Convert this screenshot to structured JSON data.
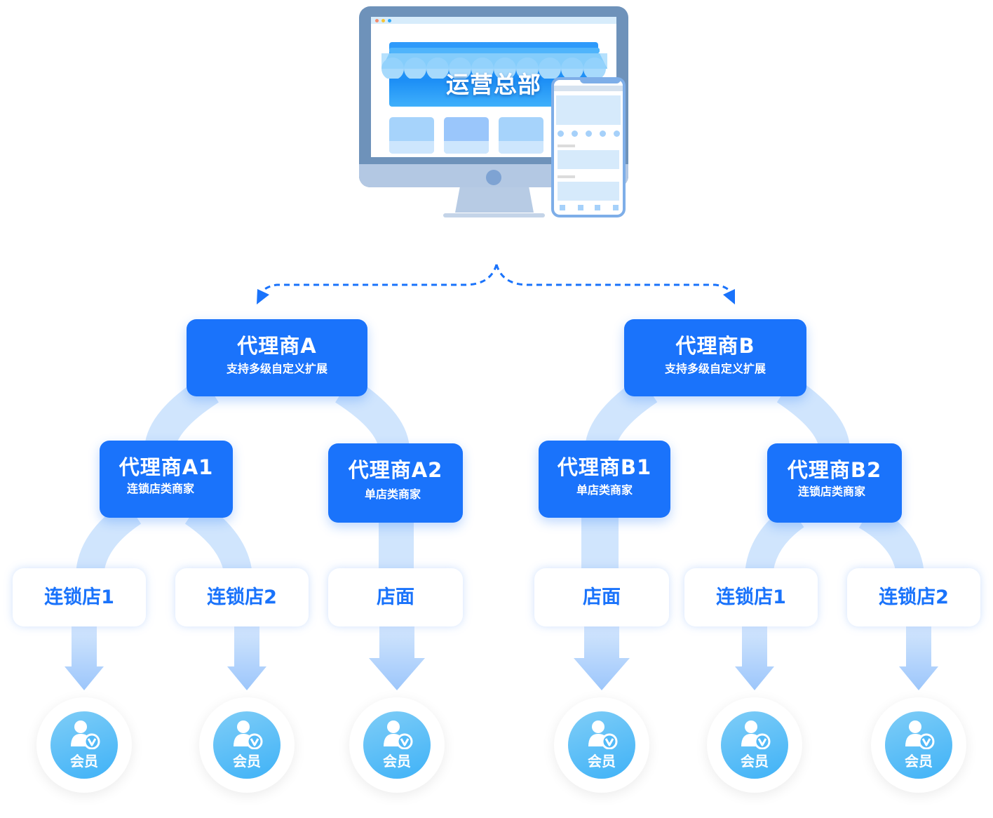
{
  "headquarters": {
    "title": "运营总部"
  },
  "agents": [
    {
      "id": "A",
      "title": "代理商A",
      "subtitle": "支持多级自定义扩展",
      "children": [
        {
          "title": "代理商A1",
          "subtitle": "连锁店类商家",
          "stores": [
            {
              "label": "连锁店1",
              "member": "会员"
            },
            {
              "label": "连锁店2",
              "member": "会员"
            }
          ]
        },
        {
          "title": "代理商A2",
          "subtitle": "单店类商家",
          "stores": [
            {
              "label": "店面",
              "member": "会员"
            }
          ]
        }
      ]
    },
    {
      "id": "B",
      "title": "代理商B",
      "subtitle": "支持多级自定义扩展",
      "children": [
        {
          "title": "代理商B1",
          "subtitle": "单店类商家",
          "stores": [
            {
              "label": "店面",
              "member": "会员"
            }
          ]
        },
        {
          "title": "代理商B2",
          "subtitle": "连锁店类商家",
          "stores": [
            {
              "label": "连锁店1",
              "member": "会员"
            },
            {
              "label": "连锁店2",
              "member": "会员"
            }
          ]
        }
      ]
    }
  ],
  "colors": {
    "primary": "#1a73fb",
    "connector": "#d0e5fd",
    "arrow": "#9cc6fb",
    "member": "#3fb2f7"
  },
  "icons": {
    "member": "user-vip-icon",
    "headquarters": "monitor-phone-illustration"
  }
}
